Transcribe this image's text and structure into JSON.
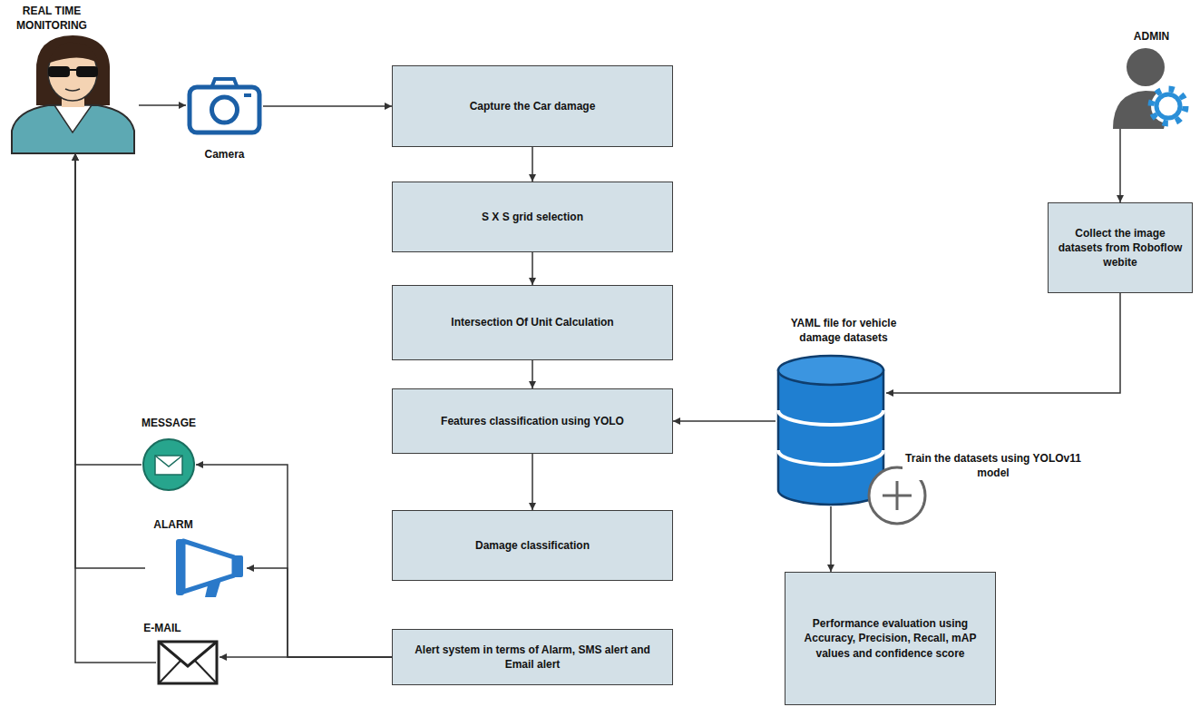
{
  "diagram": {
    "nodes": [
      {
        "text": [
          "REAL TIME MONITORING"
        ]
      },
      {
        "text": [
          "Camera"
        ]
      },
      {
        "text": [
          "Capture the Car damage"
        ]
      },
      {
        "text": [
          "ADMIN"
        ]
      },
      {
        "text": [
          "S X S grid selection"
        ]
      },
      {
        "text": [
          "Collect the image datasets from Roboflow webite"
        ]
      },
      {
        "text": [
          "Intersection Of Unit Calculation"
        ]
      },
      {
        "text": [
          "YAML file for vehicle damage datasets"
        ]
      },
      {
        "text": [
          "Features classification using YOLO"
        ]
      },
      {
        "text": [
          "MESSAGE"
        ]
      },
      {
        "text": [
          "Damage classification"
        ]
      },
      {
        "text": [
          "ALARM"
        ]
      },
      {
        "text": [
          "Performance evaluation using Accuracy, Precision, Recall, mAP values and confidence score"
        ]
      },
      {
        "text": [
          "E-MAIL"
        ]
      },
      {
        "text": [
          "Alert system in terms of Alarm, SMS alert and Email alert"
        ]
      }
    ],
    "edges": [
      {
        "from": 0,
        "to": 1,
        "arrow": "to"
      },
      {
        "from": 1,
        "to": 2,
        "arrow": "to"
      },
      {
        "from": 2,
        "to": 4,
        "arrow": "to"
      },
      {
        "from": 4,
        "to": 6,
        "arrow": "to"
      },
      {
        "from": 6,
        "to": 8,
        "arrow": "to"
      },
      {
        "from": 8,
        "to": 10,
        "arrow": "to"
      },
      {
        "from": 3,
        "to": 5,
        "arrow": "to"
      },
      {
        "from": 5,
        "to": 7,
        "label": "Train the datasets using YOLOv11 model",
        "arrow": "to"
      },
      {
        "from": 7,
        "to": 8,
        "arrow": "to"
      },
      {
        "from": 7,
        "to": 12,
        "arrow": "to"
      },
      {
        "from": 14,
        "to": 9,
        "arrow": "to"
      },
      {
        "from": 14,
        "to": 11,
        "arrow": "to"
      },
      {
        "from": 14,
        "to": 13,
        "arrow": "to"
      },
      {
        "from": 9,
        "to": 0,
        "arrow": "to"
      },
      {
        "from": 11,
        "to": 0,
        "arrow": "to"
      },
      {
        "from": 13,
        "to": 0,
        "arrow": "to"
      }
    ]
  }
}
